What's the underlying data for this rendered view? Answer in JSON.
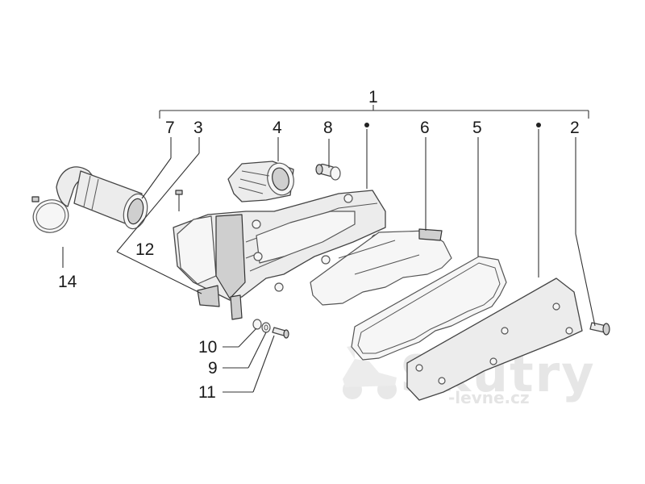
{
  "callouts": {
    "c1": "1",
    "c2": "2",
    "c3": "3",
    "c4": "4",
    "c5": "5",
    "c6": "6",
    "c7": "7",
    "c8": "8",
    "c9": "9",
    "c10": "10",
    "c11": "11",
    "c12": "12",
    "c14": "14"
  },
  "watermark": {
    "brand": "Skutry",
    "sub": "-levne.cz"
  },
  "colors": {
    "line": "#333333",
    "part_fill": "#ececec",
    "watermark": "#e6e6e6"
  }
}
